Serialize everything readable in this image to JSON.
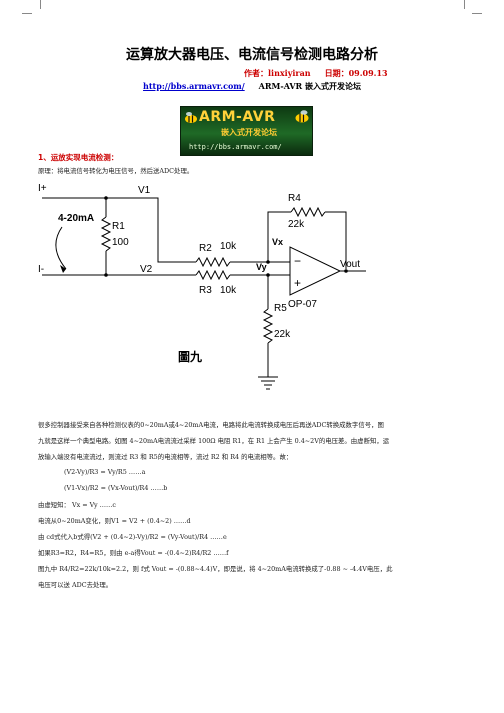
{
  "document": {
    "title": "运算放大器电压、电流信号检测电路分析",
    "author_label": "作者：linxiyiran",
    "date_label": "日期：09.09.13",
    "link_text": "http://bbs.armavr.com/",
    "forum_name": "ARM-AVR 嵌入式开发论坛"
  },
  "logo": {
    "brand": "ARM-AVR",
    "subtitle": "嵌入式开发论坛",
    "url": "http://bbs.armavr.com/"
  },
  "section": {
    "heading": "1、运放实现电流检测：",
    "intro": "原理：将电流信号转化为电压信号，然后送ADC处理。"
  },
  "schematic": {
    "labels": {
      "i_plus": "I+",
      "i_minus": "I-",
      "current": "4-20mA",
      "v1": "V1",
      "v2": "V2",
      "r1": "R1",
      "r1_val": "100",
      "r2": "R2",
      "r2_val": "10k",
      "r3": "R3",
      "r3_val": "10k",
      "r4": "R4",
      "r4_val": "22k",
      "r5": "R5",
      "r5_val": "22k",
      "vx": "Vx",
      "vy": "Vy",
      "vout": "Vout",
      "opamp": "OP-07",
      "minus": "−",
      "plus": "+",
      "caption": "圖九"
    }
  },
  "body": {
    "lines": [
      "很多控制器接受来自各种检测仪表的0~20mA或4~20mA电流，电路将此电流转换成电压后再送ADC转换成数字信号，图",
      "九就是这样一个典型电路。如图 4~20mA电流流过采样 100Ω 电阻 R1，在 R1 上会产生 0.4~2V的电压差。由虚断知，运",
      "放输入端没有电流流过，则流过 R3 和 R5的电流相等，流过 R2 和 R4 的电流相等。故："
    ],
    "equations": [
      "(V2-Vy)/R3 = Vy/R5 ……a",
      "(V1-Vx)/R2 = (Vx-Vout)/R4 ……b"
    ],
    "lines2": [
      "由虚短知：  Vx = Vy ……c",
      "电流从0~20mA变化，则V1 = V2 + (0.4~2) ……d",
      "由 cd式代入b式得(V2 + (0.4~2)-Vy)/R2 = (Vy-Vout)/R4 ……e",
      "如果R3=R2，R4=R5，则由 e-a得Vout = -(0.4~2)R4/R2 ……f",
      "图九中 R4/R2=22k/10k=2.2，则 f式 Vout = -(0.88~4.4)V，即是说，将 4~20mA电流转换成了-0.88 ~ -4.4V电压，此",
      "电压可以送 ADC去处理。"
    ]
  }
}
